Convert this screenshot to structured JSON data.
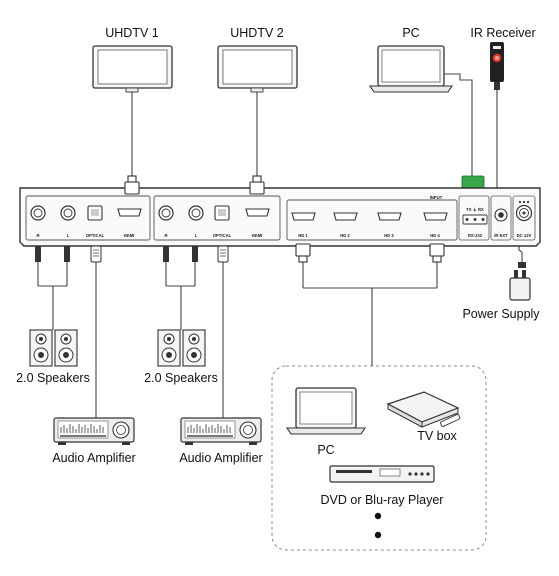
{
  "labels": {
    "tv1": "UHDTV 1",
    "tv2": "UHDTV 2",
    "pc_top": "PC",
    "ir_receiver": "IR Receiver",
    "power_supply": "Power Supply",
    "speakers_1": "2.0 Speakers",
    "speakers_2": "2.0 Speakers",
    "amplifier_1": "Audio Amplifier",
    "amplifier_2": "Audio Amplifier",
    "pc_source": "PC",
    "tv_box": "TV box",
    "dvd": "DVD or Blu-ray Player"
  },
  "panel": {
    "input_header": "INPUT",
    "tx_rx": "TX  ⏚  RX",
    "ports": {
      "r1": "R",
      "l1": "L",
      "optical1": "OPTICAL",
      "hdmi_out1": "HDMI",
      "r2": "R",
      "l2": "L",
      "optical2": "OPTICAL",
      "hdmi_out2": "HDMI",
      "hd1": "HD 1",
      "hd2": "HD 2",
      "hd3": "HD 3",
      "hd4": "HD 4",
      "rs232": "RS-232",
      "ir_ext": "IR EXT",
      "dc12v": "DC 12V"
    }
  },
  "colors": {
    "stroke": "#333333",
    "device_fill": "#f4f4f4",
    "connector_green": "#3aa64a",
    "ir_red": "#e03a2f",
    "dashed_border": "#888888"
  }
}
